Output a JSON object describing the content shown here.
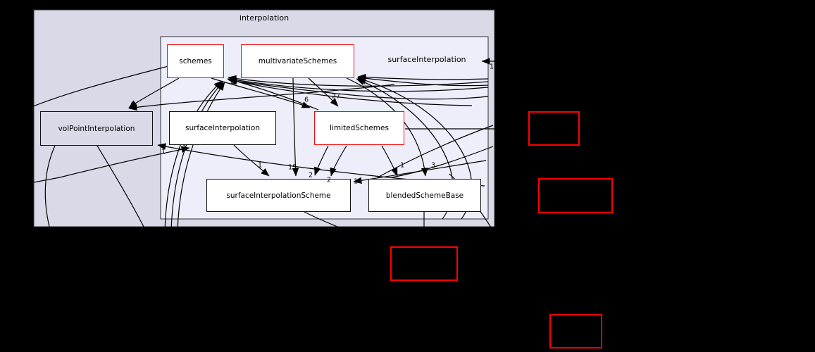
{
  "clusters": {
    "outer_label": "interpolation",
    "inner_label": "surfaceInterpolation"
  },
  "nodes": {
    "schemes": "schemes",
    "multivariate_schemes": "multivariateSchemes",
    "vol_point_interpolation": "volPointInterpolation",
    "surface_interpolation": "surfaceInterpolation",
    "limited_schemes": "limitedSchemes",
    "surface_interpolation_scheme": "surfaceInterpolationScheme",
    "blended_scheme_base": "blendedSchemeBase"
  },
  "edge_labels": [
    {
      "text": "1"
    },
    {
      "text": "4"
    },
    {
      "text": "1"
    },
    {
      "text": "6"
    },
    {
      "text": "27"
    },
    {
      "text": "1"
    },
    {
      "text": "1"
    },
    {
      "text": "1"
    },
    {
      "text": "1"
    },
    {
      "text": "15"
    },
    {
      "text": "2"
    },
    {
      "text": "2"
    },
    {
      "text": "1"
    },
    {
      "text": "1"
    },
    {
      "text": "3"
    }
  ],
  "colors": {
    "canvas": "#000000",
    "outer_cluster_fill": "#d9d9e8",
    "inner_cluster_fill": "#eeeefb",
    "cluster_border": "#2f2f2f",
    "node_fill": "#ffffff",
    "gray_node_fill": "#d9d9e8",
    "node_border": "#101010",
    "red_border": "#ff0000",
    "edge": "#000000"
  }
}
